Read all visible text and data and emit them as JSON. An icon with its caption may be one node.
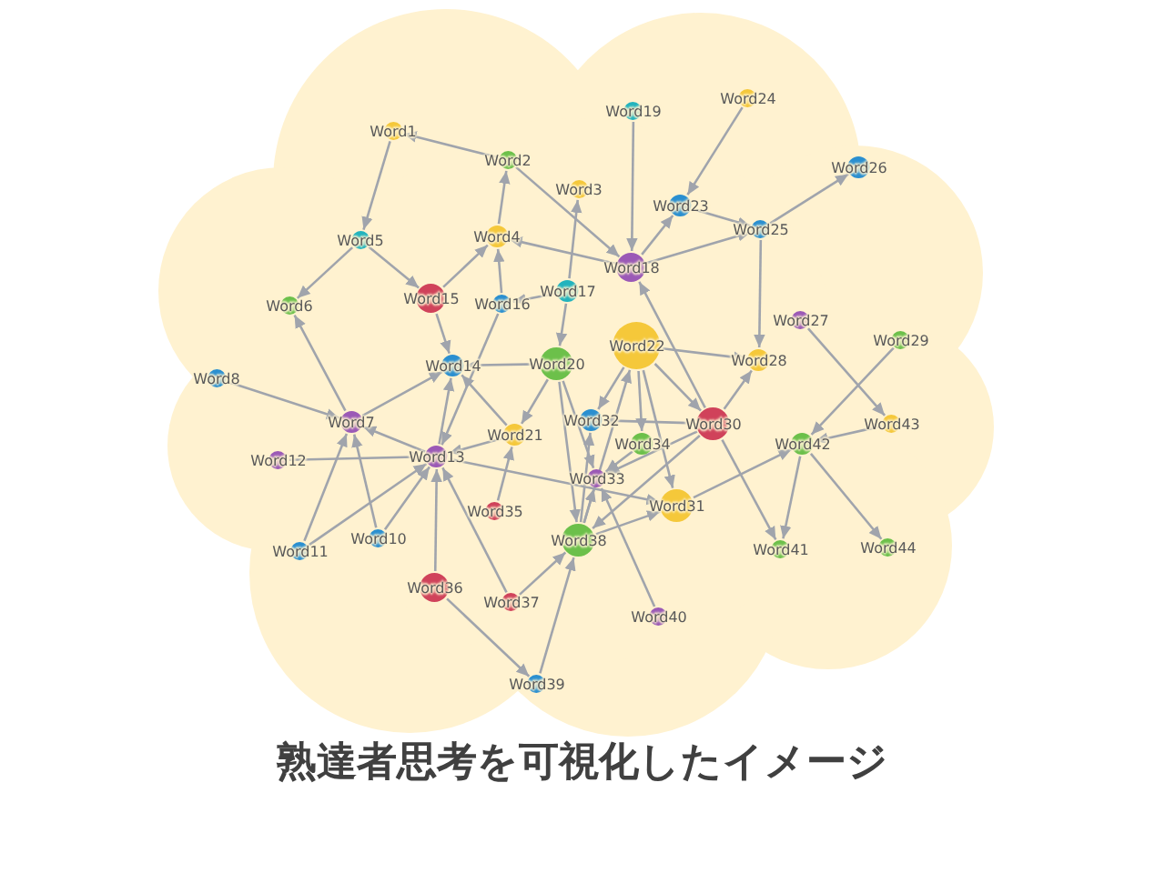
{
  "diagram": {
    "caption": "熟達者思考を可視化したイメージ",
    "nodes": [
      {
        "text": [
          "Word1"
        ]
      },
      {
        "text": [
          "Word2"
        ]
      },
      {
        "text": [
          "Word3"
        ]
      },
      {
        "text": [
          "Word4"
        ]
      },
      {
        "text": [
          "Word5"
        ]
      },
      {
        "text": [
          "Word6"
        ]
      },
      {
        "text": [
          "Word7"
        ]
      },
      {
        "text": [
          "Word8"
        ]
      },
      {
        "text": [
          "Word10"
        ]
      },
      {
        "text": [
          "Word11"
        ]
      },
      {
        "text": [
          "Word12"
        ]
      },
      {
        "text": [
          "Word13"
        ]
      },
      {
        "text": [
          "Word14"
        ]
      },
      {
        "text": [
          "Word15"
        ]
      },
      {
        "text": [
          "Word16"
        ]
      },
      {
        "text": [
          "Word17"
        ]
      },
      {
        "text": [
          "Word18"
        ]
      },
      {
        "text": [
          "Word19"
        ]
      },
      {
        "text": [
          "Word20"
        ]
      },
      {
        "text": [
          "Word21"
        ]
      },
      {
        "text": [
          "Word22"
        ]
      },
      {
        "text": [
          "Word23"
        ]
      },
      {
        "text": [
          "Word24"
        ]
      },
      {
        "text": [
          "Word25"
        ]
      },
      {
        "text": [
          "Word26"
        ]
      },
      {
        "text": [
          "Word27"
        ]
      },
      {
        "text": [
          "Word28"
        ]
      },
      {
        "text": [
          "Word29"
        ]
      },
      {
        "text": [
          "Word30"
        ]
      },
      {
        "text": [
          "Word31"
        ]
      },
      {
        "text": [
          "Word32"
        ]
      },
      {
        "text": [
          "Word33"
        ]
      },
      {
        "text": [
          "Word34"
        ]
      },
      {
        "text": [
          "Word35"
        ]
      },
      {
        "text": [
          "Word36"
        ]
      },
      {
        "text": [
          "Word37"
        ]
      },
      {
        "text": [
          "Word38"
        ]
      },
      {
        "text": [
          "Word39"
        ]
      },
      {
        "text": [
          "Word40"
        ]
      },
      {
        "text": [
          "Word41"
        ]
      },
      {
        "text": [
          "Word42"
        ]
      },
      {
        "text": [
          "Word43"
        ]
      },
      {
        "text": [
          "Word44"
        ]
      }
    ],
    "edges": [
      {
        "from": 1,
        "to": 0,
        "arrow": "to"
      },
      {
        "from": 0,
        "to": 4,
        "arrow": "to"
      },
      {
        "from": 4,
        "to": 5,
        "arrow": "to"
      },
      {
        "from": 3,
        "to": 1,
        "arrow": "to"
      },
      {
        "from": 13,
        "to": 3,
        "arrow": "to"
      },
      {
        "from": 14,
        "to": 3,
        "arrow": "to"
      },
      {
        "from": 15,
        "to": 2,
        "arrow": "to"
      },
      {
        "from": 16,
        "to": 3,
        "arrow": "to"
      },
      {
        "from": 1,
        "to": 16,
        "arrow": "to"
      },
      {
        "from": 17,
        "to": 16,
        "arrow": "to"
      },
      {
        "from": 22,
        "to": 21,
        "arrow": "to"
      },
      {
        "from": 16,
        "to": 21,
        "arrow": "to"
      },
      {
        "from": 16,
        "to": 23,
        "arrow": "to"
      },
      {
        "from": 23,
        "to": 24,
        "arrow": "to"
      },
      {
        "from": 21,
        "to": 23,
        "arrow": "to"
      },
      {
        "from": 23,
        "to": 26,
        "arrow": "to"
      },
      {
        "from": 28,
        "to": 16,
        "arrow": "to"
      },
      {
        "from": 25,
        "to": 41,
        "arrow": "to"
      },
      {
        "from": 27,
        "to": 40,
        "arrow": "to"
      },
      {
        "from": 41,
        "to": 40,
        "arrow": "to"
      },
      {
        "from": 40,
        "to": 39,
        "arrow": "to"
      },
      {
        "from": 40,
        "to": 42,
        "arrow": "to"
      },
      {
        "from": 28,
        "to": 39,
        "arrow": "to"
      },
      {
        "from": 29,
        "to": 40,
        "arrow": "to"
      },
      {
        "from": 20,
        "to": 26,
        "arrow": "to"
      },
      {
        "from": 28,
        "to": 26,
        "arrow": "to"
      },
      {
        "from": 7,
        "to": 6,
        "arrow": "to"
      },
      {
        "from": 6,
        "to": 5,
        "arrow": "to"
      },
      {
        "from": 6,
        "to": 12,
        "arrow": "to"
      },
      {
        "from": 11,
        "to": 6,
        "arrow": "to"
      },
      {
        "from": 10,
        "to": 11,
        "arrow": "to"
      },
      {
        "from": 8,
        "to": 6,
        "arrow": "to"
      },
      {
        "from": 9,
        "to": 6,
        "arrow": "to"
      },
      {
        "from": 9,
        "to": 11,
        "arrow": "to"
      },
      {
        "from": 8,
        "to": 11,
        "arrow": "to"
      },
      {
        "from": 11,
        "to": 12,
        "arrow": "to"
      },
      {
        "from": 13,
        "to": 12,
        "arrow": "to"
      },
      {
        "from": 4,
        "to": 13,
        "arrow": "to"
      },
      {
        "from": 18,
        "to": 12,
        "arrow": "to"
      },
      {
        "from": 19,
        "to": 11,
        "arrow": "to"
      },
      {
        "from": 34,
        "to": 11,
        "arrow": "to"
      },
      {
        "from": 35,
        "to": 11,
        "arrow": "to"
      },
      {
        "from": 35,
        "to": 36,
        "arrow": "to"
      },
      {
        "from": 37,
        "to": 36,
        "arrow": "to"
      },
      {
        "from": 34,
        "to": 37,
        "arrow": "to"
      },
      {
        "from": 38,
        "to": 31,
        "arrow": "to"
      },
      {
        "from": 36,
        "to": 29,
        "arrow": "to"
      },
      {
        "from": 36,
        "to": 31,
        "arrow": "to"
      },
      {
        "from": 36,
        "to": 30,
        "arrow": "to"
      },
      {
        "from": 36,
        "to": 20,
        "arrow": "to"
      },
      {
        "from": 33,
        "to": 19,
        "arrow": "to"
      },
      {
        "from": 18,
        "to": 19,
        "arrow": "to"
      },
      {
        "from": 20,
        "to": 30,
        "arrow": "to"
      },
      {
        "from": 20,
        "to": 32,
        "arrow": "to"
      },
      {
        "from": 20,
        "to": 28,
        "arrow": "to"
      },
      {
        "from": 20,
        "to": 29,
        "arrow": "to"
      },
      {
        "from": 18,
        "to": 36,
        "arrow": "to"
      },
      {
        "from": 18,
        "to": 31,
        "arrow": "to"
      },
      {
        "from": 28,
        "to": 31,
        "arrow": "to"
      },
      {
        "from": 28,
        "to": 30,
        "arrow": "to"
      },
      {
        "from": 28,
        "to": 36,
        "arrow": "to"
      },
      {
        "from": 32,
        "to": 31,
        "arrow": "to"
      },
      {
        "from": 15,
        "to": 18,
        "arrow": "to"
      },
      {
        "from": 15,
        "to": 14,
        "arrow": "to"
      },
      {
        "from": 14,
        "to": 11,
        "arrow": "to"
      },
      {
        "from": 19,
        "to": 12,
        "arrow": "to"
      },
      {
        "from": 11,
        "to": 29,
        "arrow": "to"
      }
    ]
  }
}
